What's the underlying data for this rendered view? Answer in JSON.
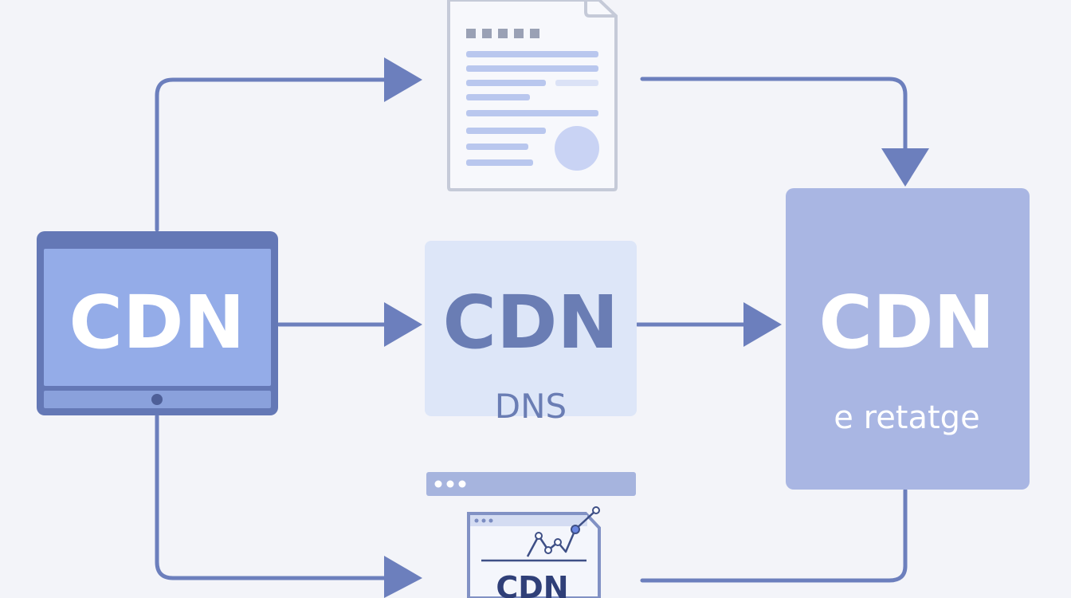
{
  "nodes": {
    "source": {
      "label": "CDN"
    },
    "middle": {
      "label": "CDN",
      "sublabel": "DNS"
    },
    "right": {
      "label": "CDN",
      "sublabel": "e retatge"
    },
    "bottom_doc": {
      "label": "CDN"
    }
  },
  "colors": {
    "background": "#f3f4f9",
    "arrow": "#6c7fbd",
    "device_frame": "#6478b6",
    "device_screen": "#94ace8",
    "middle_box": "#dde6f8",
    "middle_text": "#6a7db4",
    "right_box": "#a9b6e3",
    "document_stroke": "#c5cad8",
    "document_lines": "#b9c7ee",
    "document_circle": "#c9d3f4",
    "white_text": "#ffffff"
  },
  "icons": {
    "top_document": "document-icon",
    "bottom_window": "browser-chart-icon"
  }
}
